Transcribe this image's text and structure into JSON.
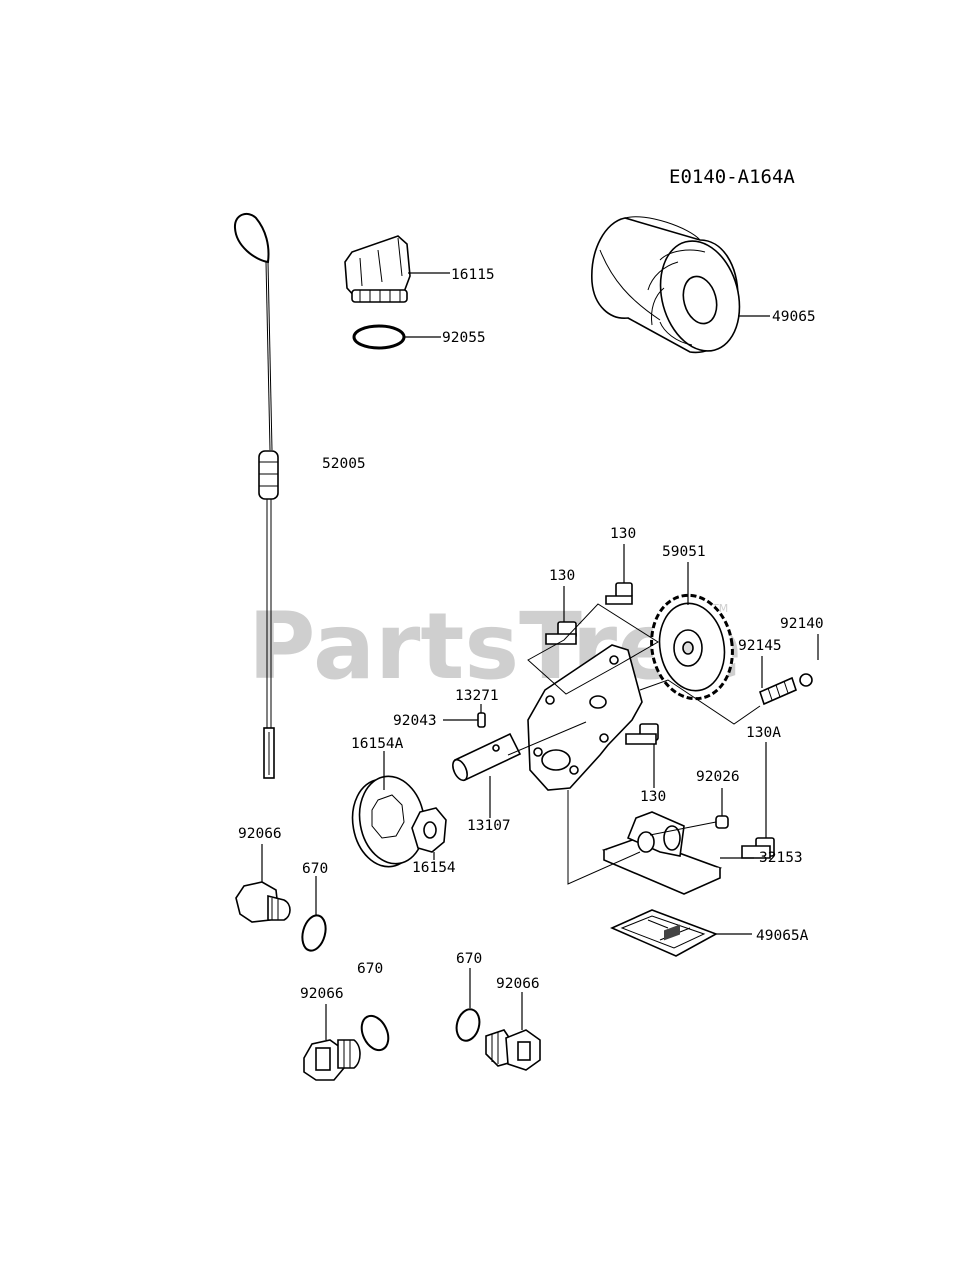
{
  "diagram": {
    "code": "E0140-A164A",
    "watermark": "PartsTree",
    "watermark_tm": "TM",
    "labels": {
      "p16115": "16115",
      "p92055": "92055",
      "p49065": "49065",
      "p52005": "52005",
      "p130_top": "130",
      "p130_left": "130",
      "p59051": "59051",
      "p92140": "92140",
      "p92145": "92145",
      "p13271": "13271",
      "p92043": "92043",
      "p16154A": "16154A",
      "p130A": "130A",
      "p130_bottom": "130",
      "p92026": "92026",
      "p13107": "13107",
      "p16154": "16154",
      "p32153": "32153",
      "p92066_a": "92066",
      "p670_a": "670",
      "p49065A": "49065A",
      "p670_b": "670",
      "p670_c": "670",
      "p92066_b": "92066",
      "p92066_c": "92066"
    }
  }
}
